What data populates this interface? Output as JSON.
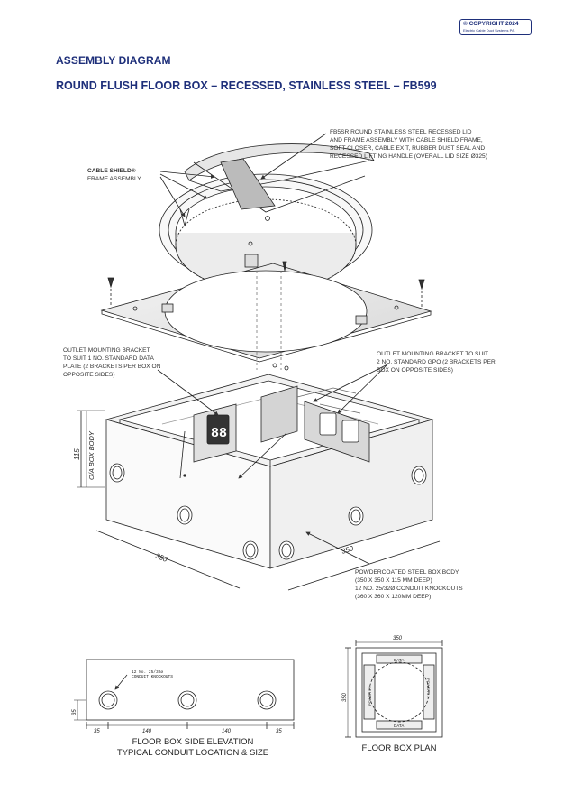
{
  "copyright": {
    "line1": "© COPYRIGHT 2024",
    "line2": "Electric Cable Duct Systems P/L"
  },
  "header": {
    "subtitle": "ASSEMBLY DIAGRAM",
    "title": "ROUND FLUSH FLOOR BOX – RECESSED, STAINLESS STEEL – FB599"
  },
  "callouts": {
    "lid_line1": "FB5SR ROUND STAINLESS STEEL RECESSED LID",
    "lid_line2": "AND FRAME ASSEMBLY WITH CABLE SHIELD FRAME,",
    "lid_line3": "SOFT CLOSER, CABLE EXIT, RUBBER DUST SEAL AND",
    "lid_line4": "RECESSED LIFTING HANDLE (OVERALL LID SIZE ø325)",
    "shield_title": "CABLE SHIELD®",
    "shield_sub": "FRAME ASSEMBLY",
    "bracket_left_1": "OUTLET MOUNTING BRACKET",
    "bracket_left_2": "TO SUIT 1 No. STANDARD DATA",
    "bracket_left_3": "PLATE (2 BRACKETS PER BOX ON",
    "bracket_left_4": "OPPOSITE SIDES)",
    "bracket_right_1": "OUTLET MOUNTING BRACKET TO SUIT",
    "bracket_right_2": "2 No. STANDARD GPO (2 BRACKETS PER",
    "bracket_right_3": "BOX ON OPPOSITE SIDES)",
    "body_1": "POWDERCOATED STEEL BOX BODY",
    "body_2": "(350 X 350 X 115 mm DEEP)",
    "body_3": "12 No. 25/32ø CONDUIT KNOCKOUTS",
    "body_4": "(360 X 360 X 120mm DEEP)"
  },
  "dimensions": {
    "depth_115": "115",
    "depth_overall": "O/A BOX BODY",
    "width_left": "350",
    "width_right": "350",
    "plan_width": "350",
    "plan_height": "350",
    "elev_height": "35",
    "elev_35a": "35",
    "elev_140a": "140",
    "elev_140b": "140",
    "elev_35b": "35",
    "knockout_note_1": "12 No. 25/32ø",
    "knockout_note_2": "CONDUIT KNOCKOUTS"
  },
  "plan_labels": {
    "data_top": "DATA",
    "data_bottom": "DATA",
    "power_left": "POWER x 2",
    "power_right": "POWER x 2"
  },
  "captions": {
    "elevation_1": "FLOOR BOX SIDE ELEVATION",
    "elevation_2": "TYPICAL CONDUIT LOCATION & SIZE",
    "plan": "FLOOR BOX PLAN"
  },
  "socket_glyph": "88"
}
